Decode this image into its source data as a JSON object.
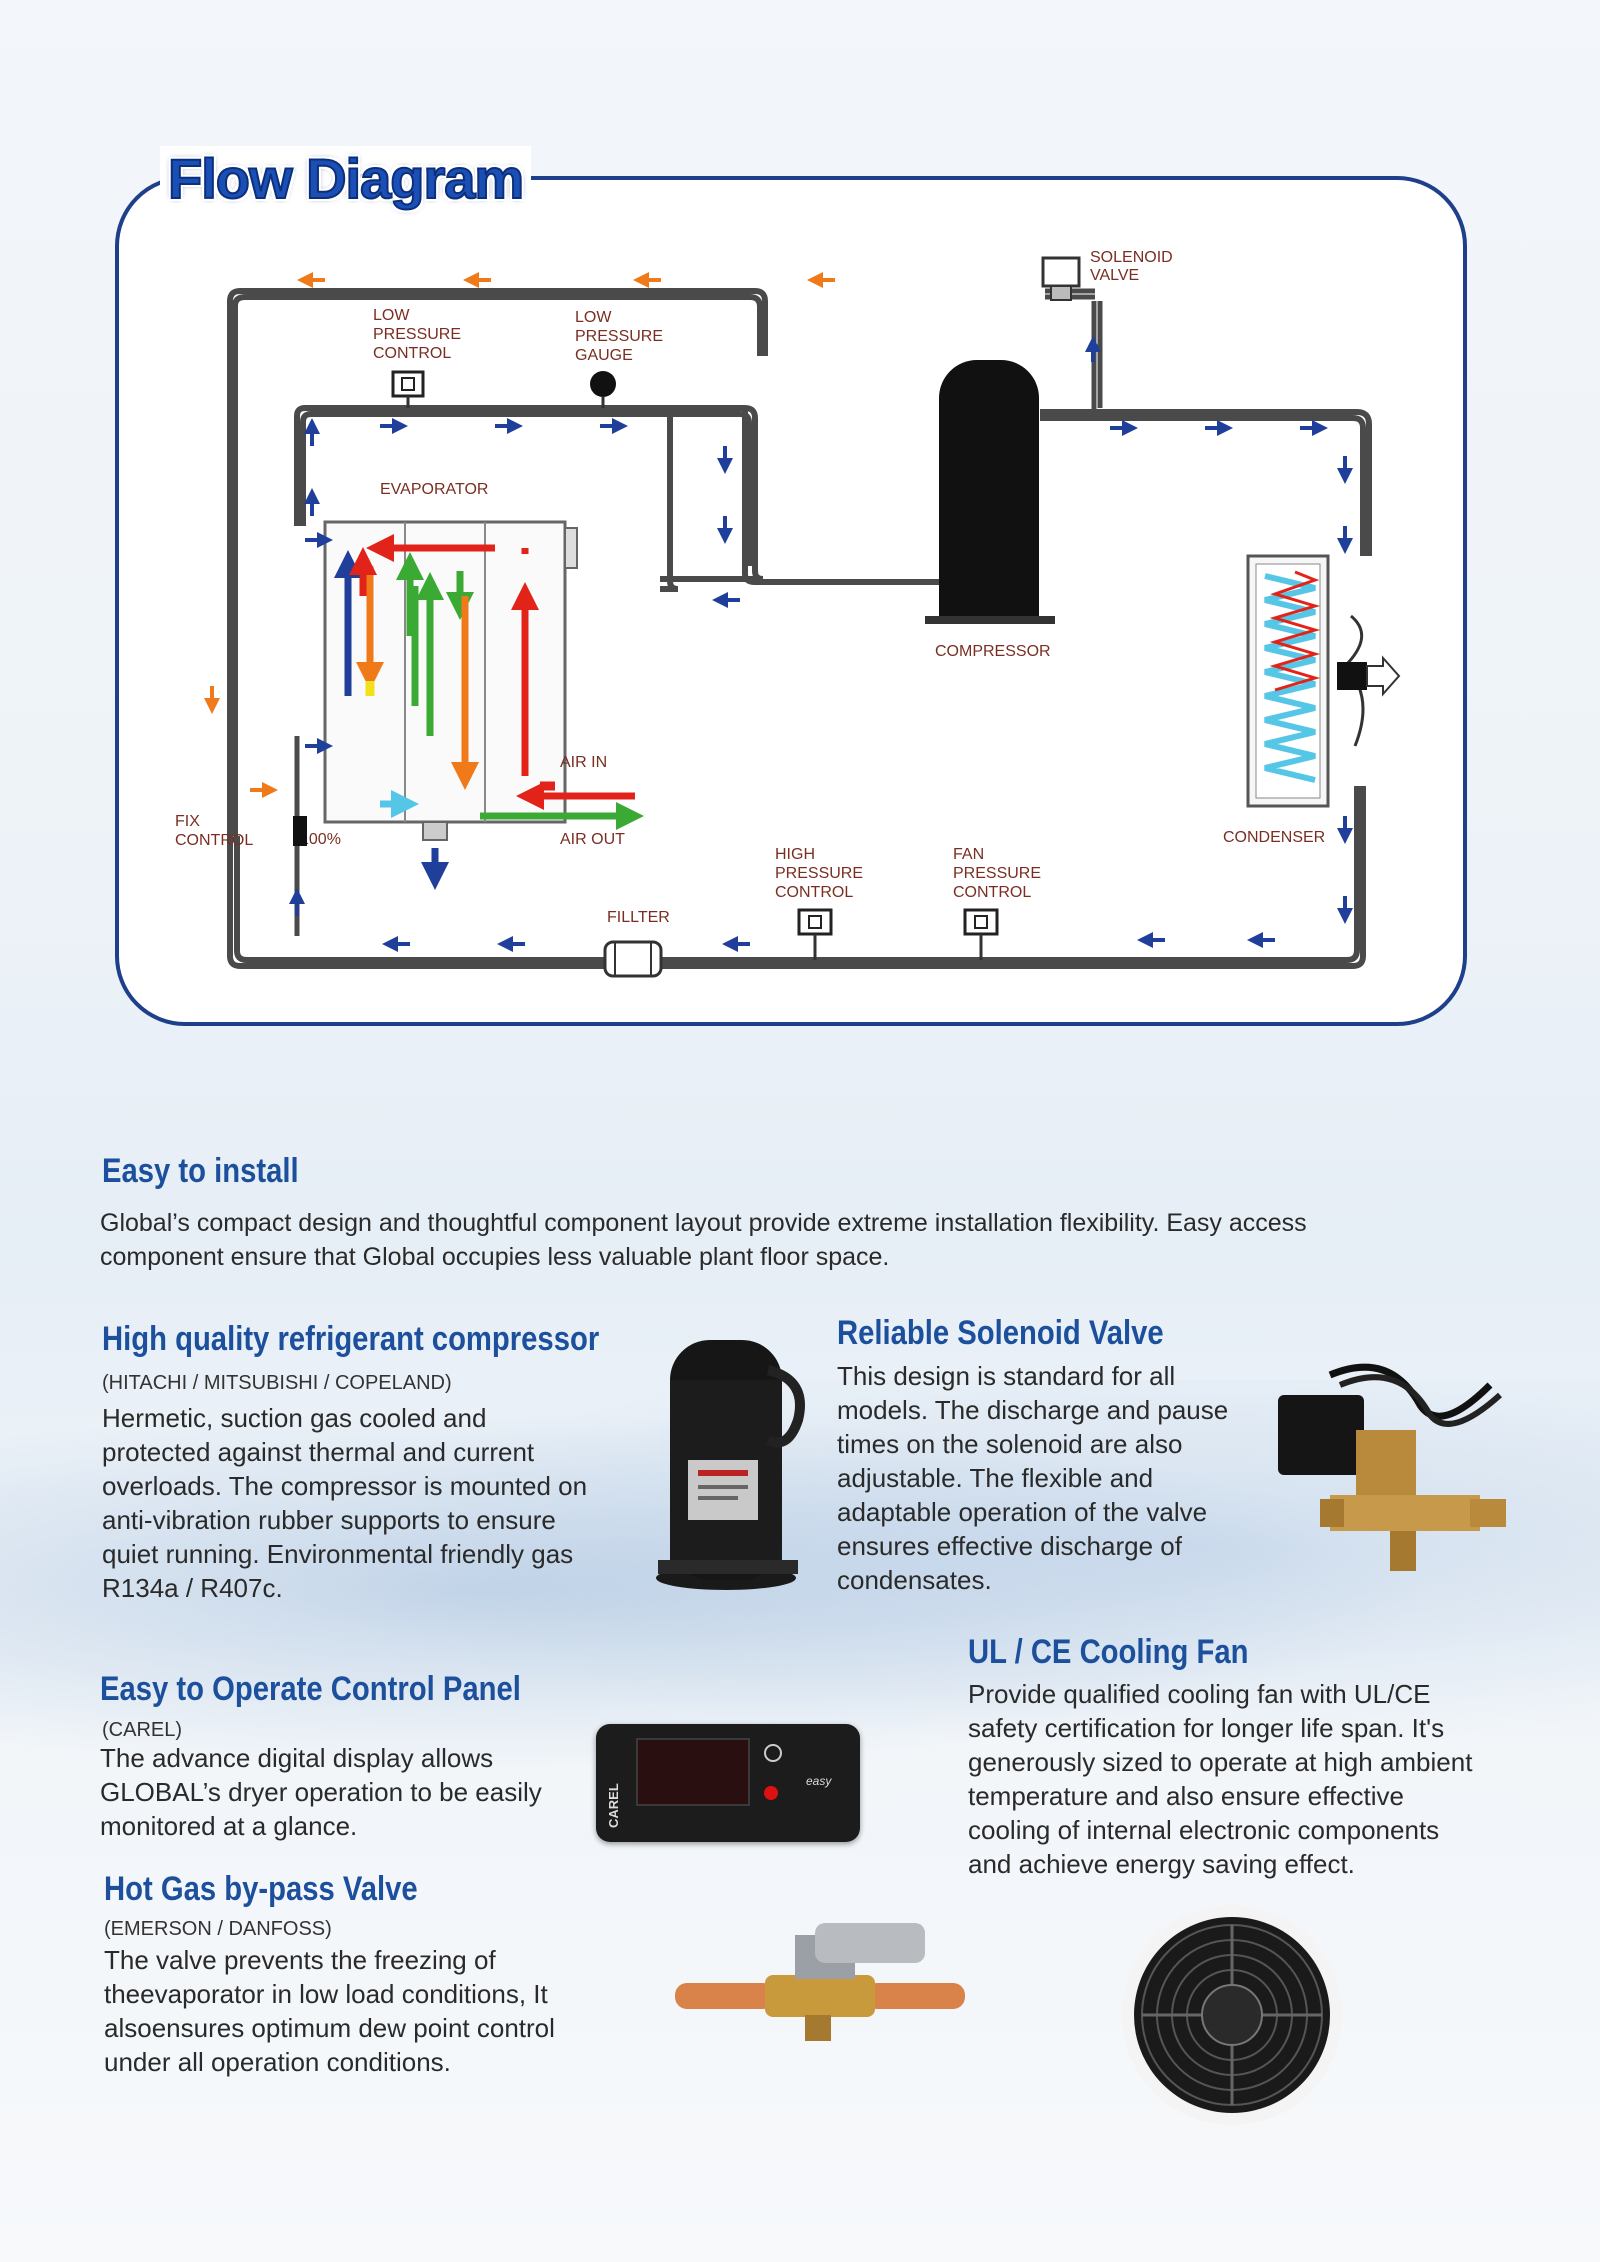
{
  "diagram": {
    "title": "Flow Diagram",
    "labels": {
      "solenoid_valve": [
        "SOLENOID",
        "VALVE"
      ],
      "low_pressure_control": [
        "LOW",
        "PRESSURE",
        "CONTROL"
      ],
      "low_pressure_gauge": [
        "LOW",
        "PRESSURE",
        "GAUGE"
      ],
      "evaporator": "EVAPORATOR",
      "compressor": "COMPRESSOR",
      "condenser": "CONDENSER",
      "air_in": "AIR IN",
      "air_out": "AIR OUT",
      "fix_control": [
        "FIX",
        "CONTROL"
      ],
      "percent": "100%",
      "high_pressure_control": [
        "HIGH",
        "PRESSURE",
        "CONTROL"
      ],
      "fan_pressure_control": [
        "FAN",
        "PRESSURE",
        "CONTROL"
      ],
      "filter": "FILLTER"
    }
  },
  "sections": {
    "install": {
      "heading": "Easy to install",
      "text_lines": [
        "Global’s compact design and thoughtful component layout provide extreme installation flexibility. Easy access",
        "component ensure that Global occupies less valuable plant floor space."
      ]
    },
    "compressor": {
      "heading": "High quality refrigerant compressor",
      "brands": "(HITACHI / MITSUBISHI / COPELAND)",
      "text_lines": [
        "Hermetic, suction gas cooled and",
        "protected against thermal and current",
        "overloads. The compressor is mounted on",
        "anti-vibration rubber supports to ensure",
        "quiet running. Environmental friendly gas",
        "R134a / R407c."
      ]
    },
    "solenoid": {
      "heading": "Reliable Solenoid Valve",
      "text_lines": [
        "This design is standard for all",
        "models. The discharge and pause",
        "times on the solenoid are also",
        "adjustable. The flexible and",
        "adaptable operation of the valve",
        "ensures effective discharge of",
        "condensates."
      ]
    },
    "fan": {
      "heading": "UL / CE Cooling Fan",
      "text_lines": [
        "Provide qualified cooling fan with UL/CE",
        "safety certification for longer life span. It's",
        "generously sized to operate at high ambient",
        "temperature and also ensure effective",
        "cooling of internal electronic components",
        "and achieve energy saving effect."
      ]
    },
    "control": {
      "heading": "Easy to Operate Control Panel",
      "brands": "(CAREL)",
      "text_lines": [
        "The advance digital display allows",
        "GLOBAL’s dryer operation to be easily",
        "monitored at a glance."
      ],
      "device_brand": "CAREL",
      "device_model": "easy"
    },
    "hotgas": {
      "heading": "Hot Gas by-pass Valve",
      "brands": "(EMERSON / DANFOSS)",
      "text_lines": [
        "The valve prevents the freezing of",
        "theevaporator in low load conditions, It",
        "alsoensures optimum dew point control",
        "under all operation conditions."
      ]
    }
  },
  "colors": {
    "heading": "#1c4f9c",
    "panel_border": "#1e3f8a",
    "arrow_red": "#e2231a",
    "arrow_orange": "#f07a1a",
    "arrow_blue": "#1f3f9a",
    "arrow_green": "#3aaa35",
    "arrow_cyan": "#55c6e6",
    "arrow_yellow": "#f3e01c"
  }
}
